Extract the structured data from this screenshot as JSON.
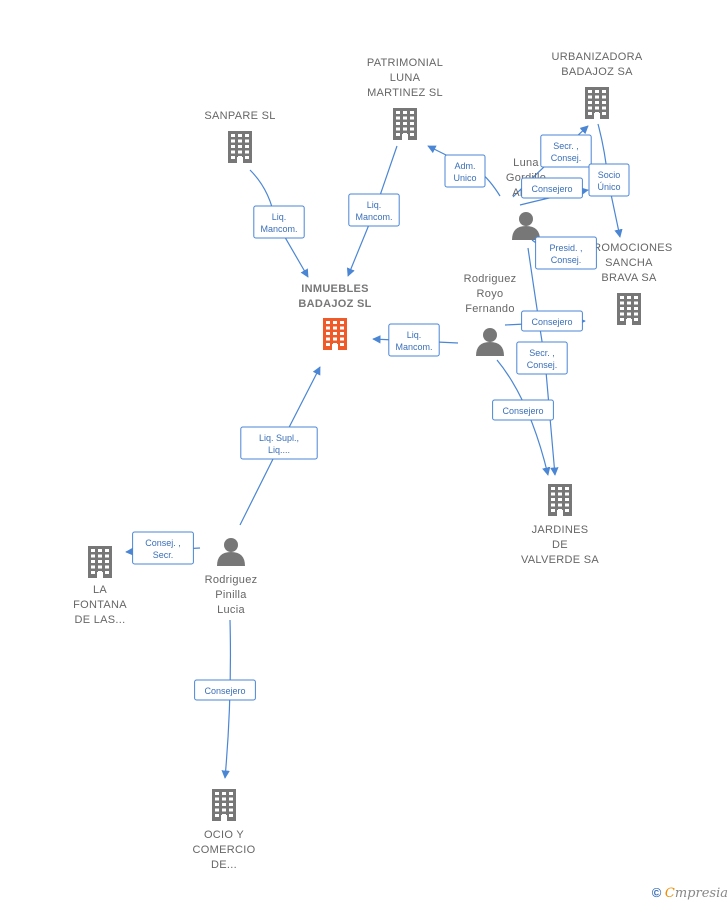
{
  "colors": {
    "edge": "#4a86d4",
    "building": "#777777",
    "center": "#f05a28",
    "person": "#777777"
  },
  "nodes": [
    {
      "id": "inmuebles",
      "type": "company-center",
      "lines": [
        "INMUEBLES",
        "BADAJOZ SL"
      ]
    },
    {
      "id": "sanpare",
      "type": "company",
      "lines": [
        "SANPARE  SL"
      ]
    },
    {
      "id": "patrimonial",
      "type": "company",
      "lines": [
        "PATRIMONIAL",
        "LUNA",
        "MARTINEZ SL"
      ]
    },
    {
      "id": "urbanizadora",
      "type": "company",
      "lines": [
        "URBANIZADORA",
        "BADAJOZ SA"
      ]
    },
    {
      "id": "promociones",
      "type": "company",
      "lines": [
        "PROMOCIONES",
        "SANCHA",
        "BRAVA SA"
      ]
    },
    {
      "id": "jardines",
      "type": "company",
      "lines": [
        "JARDINES",
        "DE",
        "VALVERDE SA"
      ]
    },
    {
      "id": "lafontana",
      "type": "company",
      "lines": [
        "LA",
        "FONTANA",
        "DE LAS..."
      ]
    },
    {
      "id": "ocio",
      "type": "company",
      "lines": [
        "OCIO Y",
        "COMERCIO",
        "DE..."
      ]
    },
    {
      "id": "luna",
      "type": "person",
      "lines": [
        "Luna",
        "Gordillo",
        "Ant..."
      ]
    },
    {
      "id": "royo",
      "type": "person",
      "lines": [
        "Rodriguez",
        "Royo",
        "Fernando"
      ]
    },
    {
      "id": "pinilla",
      "type": "person",
      "lines": [
        "Rodriguez",
        "Pinilla",
        "Lucia"
      ]
    }
  ],
  "edges": [
    {
      "id": "e1",
      "label": [
        "Liq.",
        "Mancom."
      ]
    },
    {
      "id": "e2",
      "label": [
        "Liq.",
        "Mancom."
      ]
    },
    {
      "id": "e3",
      "label": [
        "Adm.",
        "Unico"
      ]
    },
    {
      "id": "e4",
      "label": [
        "Secr. ,",
        "Consej."
      ]
    },
    {
      "id": "e5",
      "label": [
        "Consejero"
      ]
    },
    {
      "id": "e6",
      "label": [
        "Socio",
        "Único"
      ]
    },
    {
      "id": "e7",
      "label": [
        "Presid. ,",
        "Consej."
      ]
    },
    {
      "id": "e8",
      "label": [
        "Liq.",
        "Mancom."
      ]
    },
    {
      "id": "e9",
      "label": [
        "Consejero"
      ]
    },
    {
      "id": "e10",
      "label": [
        "Secr. ,",
        "Consej."
      ]
    },
    {
      "id": "e11",
      "label": [
        "Consejero"
      ]
    },
    {
      "id": "e12",
      "label": [
        "Liq.  Supl.,",
        "Liq...."
      ]
    },
    {
      "id": "e13",
      "label": [
        "Consej. ,",
        "Secr."
      ]
    },
    {
      "id": "e14",
      "label": [
        "Consejero"
      ]
    }
  ],
  "footer": {
    "copyright": "©",
    "brand_initial": "C",
    "brand_rest": "mpresia"
  }
}
